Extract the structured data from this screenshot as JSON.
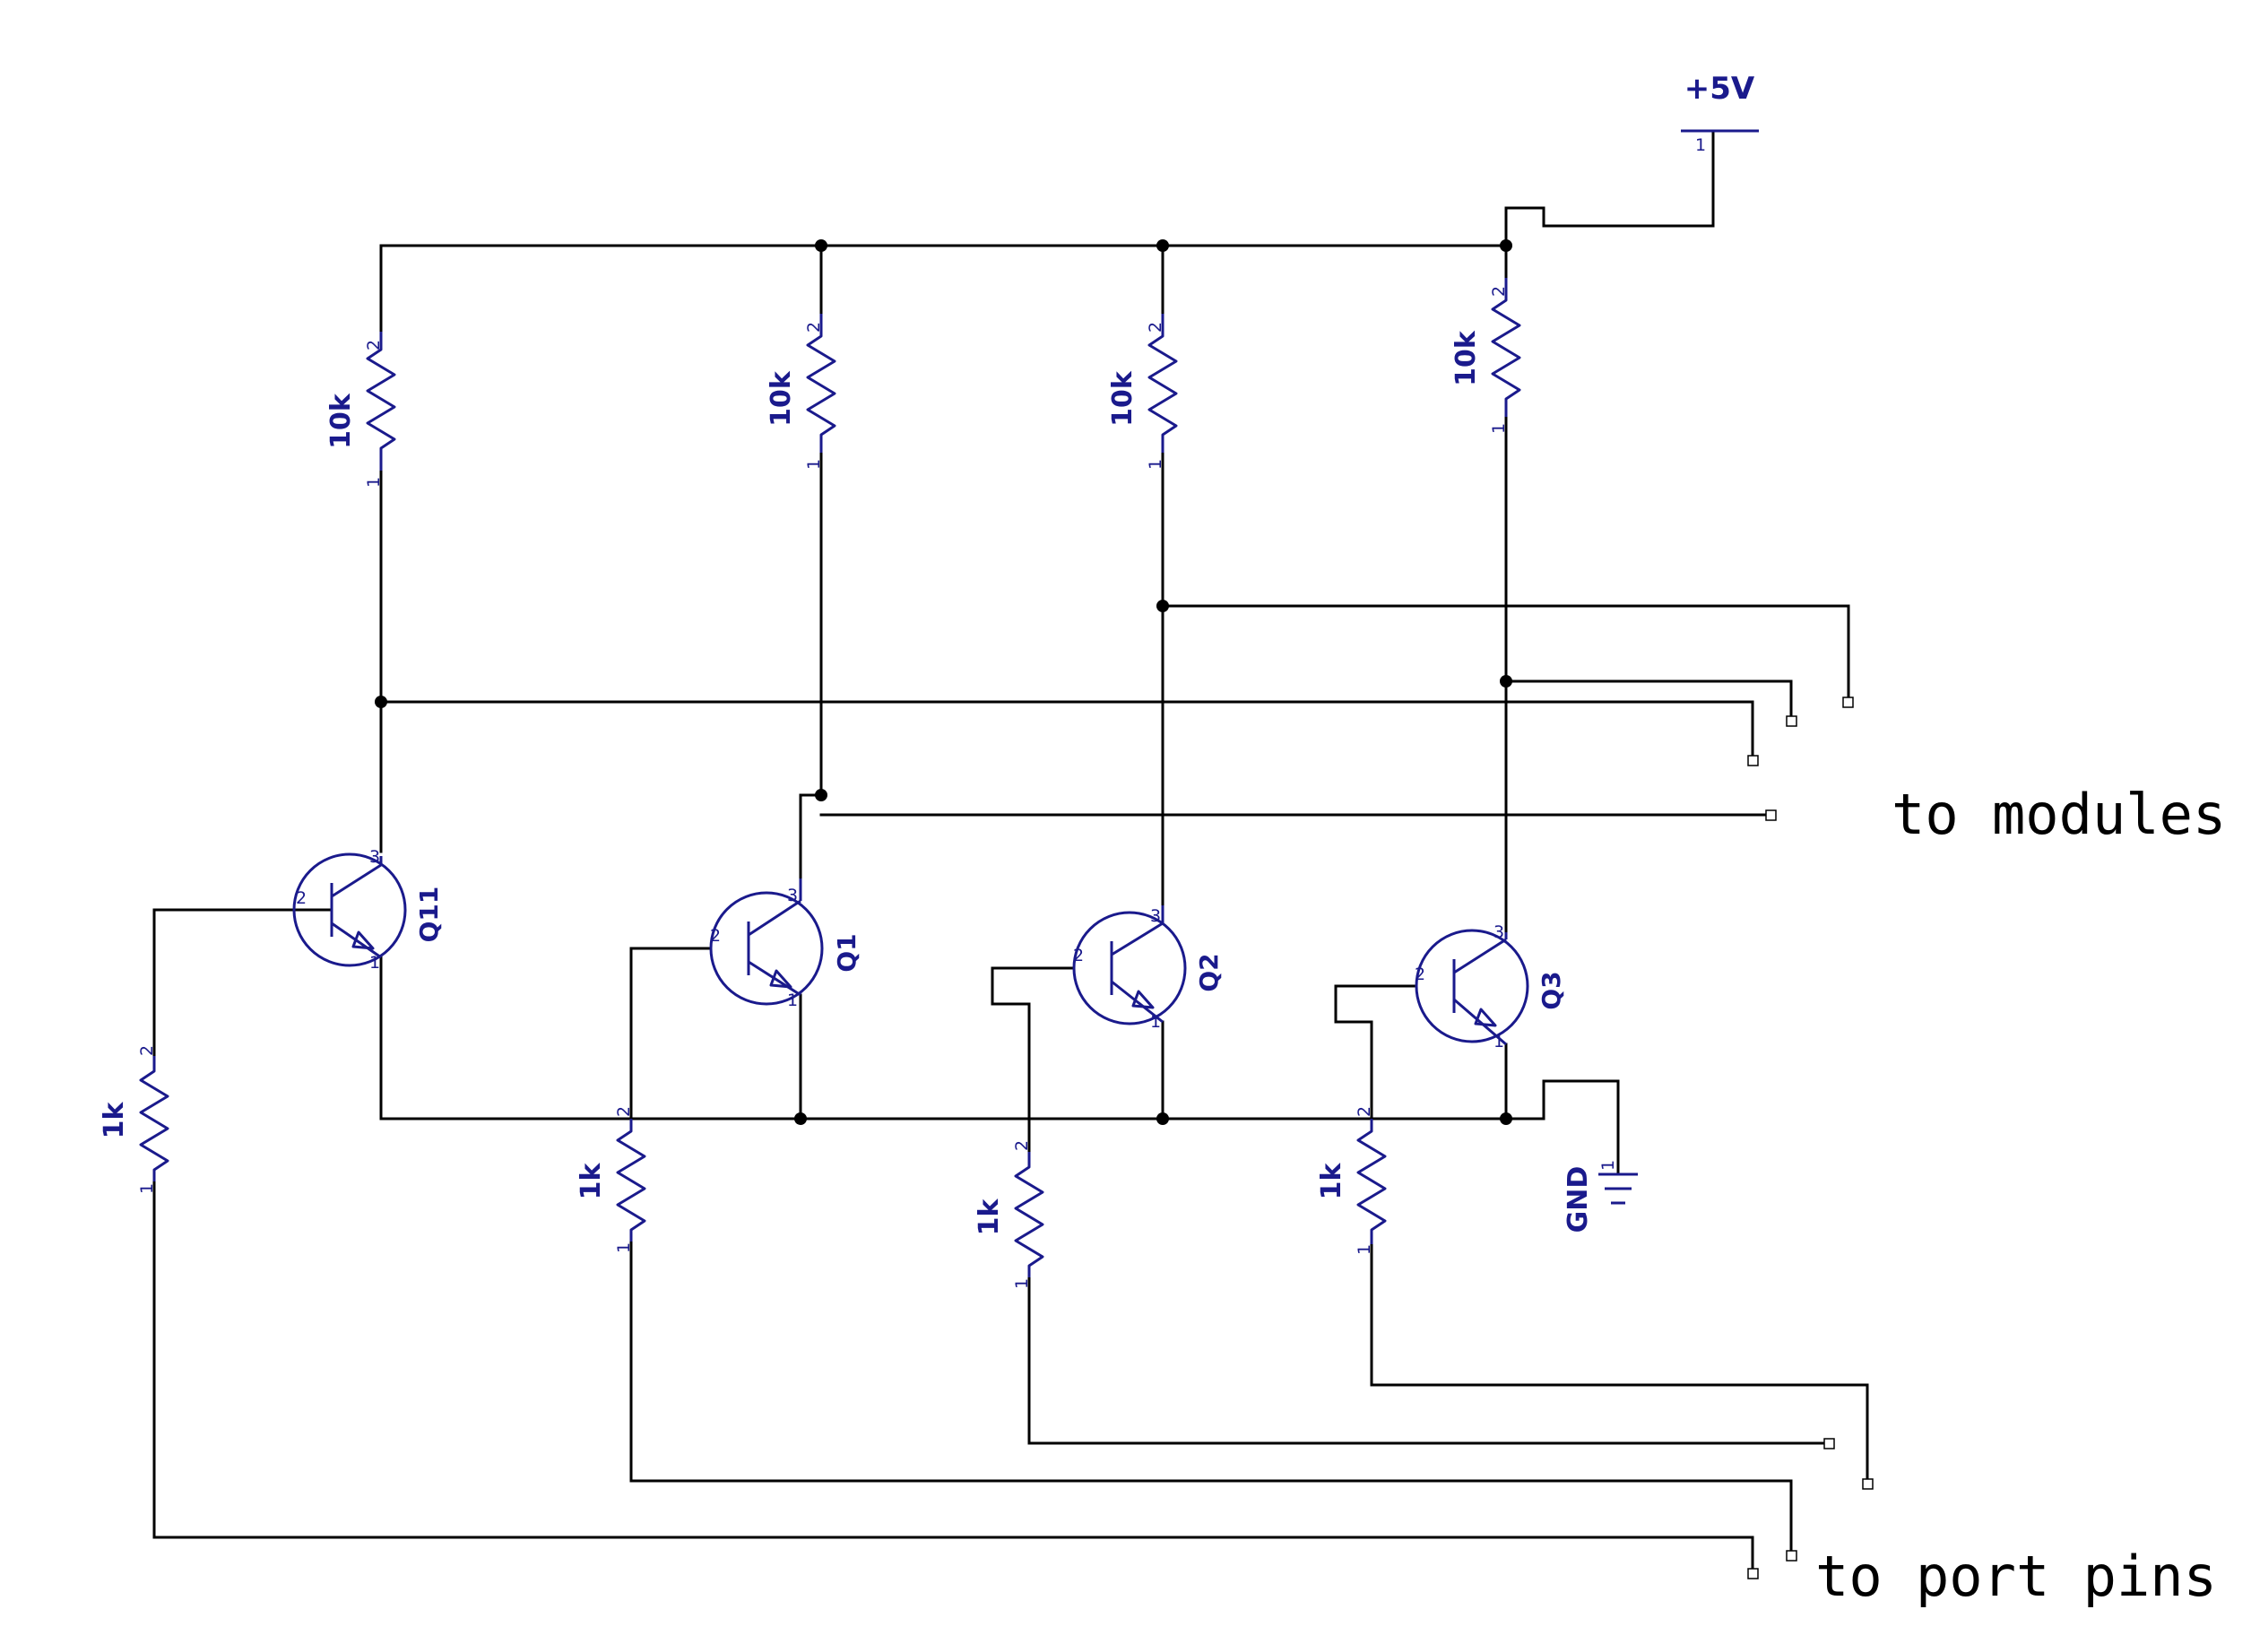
{
  "supply": {
    "label": "+5V",
    "pin": "1"
  },
  "ground": {
    "label": "GND",
    "pin": "1"
  },
  "pullups": [
    {
      "id": "R10k-a",
      "value": "10k",
      "pin_top": "2",
      "pin_bottom": "1"
    },
    {
      "id": "R10k-b",
      "value": "10k",
      "pin_top": "2",
      "pin_bottom": "1"
    },
    {
      "id": "R10k-c",
      "value": "10k",
      "pin_top": "2",
      "pin_bottom": "1"
    },
    {
      "id": "R10k-d",
      "value": "10k",
      "pin_top": "2",
      "pin_bottom": "1"
    }
  ],
  "base_resistors": [
    {
      "id": "R1k-a",
      "value": "1k",
      "pin_top": "2",
      "pin_bottom": "1"
    },
    {
      "id": "R1k-b",
      "value": "1k",
      "pin_top": "2",
      "pin_bottom": "1"
    },
    {
      "id": "R1k-c",
      "value": "1k",
      "pin_top": "2",
      "pin_bottom": "1"
    },
    {
      "id": "R1k-d",
      "value": "1k",
      "pin_top": "2",
      "pin_bottom": "1"
    }
  ],
  "transistors": [
    {
      "ref": "Q11",
      "pin_base": "2",
      "pin_collector": "3",
      "pin_emitter": "1"
    },
    {
      "ref": "Q1",
      "pin_base": "2",
      "pin_collector": "3",
      "pin_emitter": "1"
    },
    {
      "ref": "Q2",
      "pin_base": "2",
      "pin_collector": "3",
      "pin_emitter": "1"
    },
    {
      "ref": "Q3",
      "pin_base": "2",
      "pin_collector": "3",
      "pin_emitter": "1"
    }
  ],
  "labels": {
    "to_modules": "to modules",
    "to_port_pins": "to port pins"
  },
  "colors": {
    "symbol": "#1a1a8c",
    "wire": "#000000",
    "background": "#ffffff"
  }
}
